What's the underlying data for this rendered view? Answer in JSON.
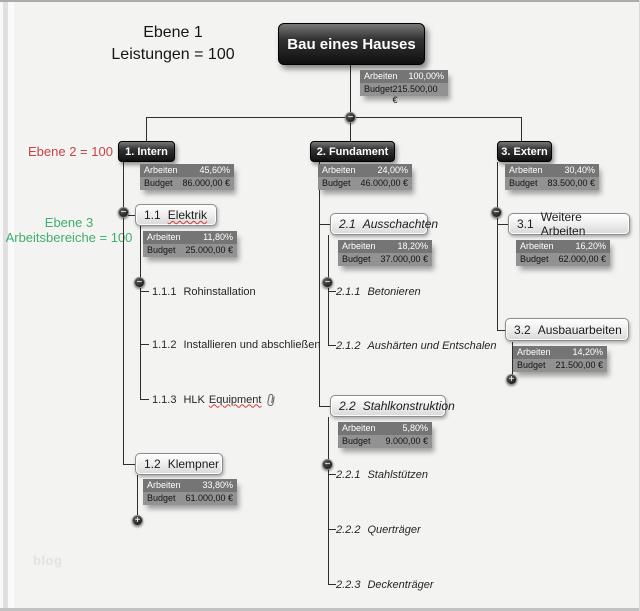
{
  "icons": {
    "minus": "−",
    "plus": "+"
  },
  "labels": {
    "arbeiten": "Arbeiten",
    "budget": "Budget"
  },
  "annotations": {
    "ebene1_title": "Ebene 1",
    "ebene1_sub": "Leistungen = 100",
    "ebene2": "Ebene 2 = 100",
    "ebene3_title": "Ebene 3",
    "ebene3_sub": "Arbeitsbereiche = 100"
  },
  "watermark": "blog",
  "root": {
    "title": "Bau eines Hauses",
    "arbeiten": "100,00%",
    "budget": "215.500,00 €"
  },
  "level2": {
    "intern": {
      "title": "1. Intern",
      "arbeiten": "45,60%",
      "budget": "86.000,00 €"
    },
    "fundament": {
      "title": "2. Fundament",
      "arbeiten": "24,00%",
      "budget": "46.000,00 €"
    },
    "extern": {
      "title": "3. Extern",
      "arbeiten": "30,40%",
      "budget": "83.500,00 €"
    }
  },
  "level3": {
    "elektrik": {
      "num": "1.1",
      "name": "Elektrik",
      "arbeiten": "11,80%",
      "budget": "25.000,00 €"
    },
    "klempner": {
      "num": "1.2",
      "name": "Klempner",
      "arbeiten": "33,80%",
      "budget": "61.000,00 €"
    },
    "ausschachten": {
      "num": "2.1",
      "name": "Ausschachten",
      "arbeiten": "18,20%",
      "budget": "37.000,00 €"
    },
    "stahlkonstruktion": {
      "num": "2.2",
      "name": "Stahlkonstruktion",
      "arbeiten": "5,80%",
      "budget": "9.000,00 €"
    },
    "weitere_arbeiten": {
      "num": "3.1",
      "name": "Weitere Arbeiten",
      "arbeiten": "16,20%",
      "budget": "62.000,00 €"
    },
    "ausbauarbeiten": {
      "num": "3.2",
      "name": "Ausbauarbeiten",
      "arbeiten": "14,20%",
      "budget": "21.500,00 €"
    }
  },
  "leaves": {
    "l111": {
      "num": "1.1.1",
      "name": "Rohinstallation"
    },
    "l112": {
      "num": "1.1.2",
      "name": "Installieren und abschließen"
    },
    "l113": {
      "num": "1.1.3",
      "prefix": "HLK",
      "name": "Equipment"
    },
    "l211": {
      "num": "2.1.1",
      "name": "Betonieren"
    },
    "l212": {
      "num": "2.1.2",
      "name": "Aushärten und Entschalen"
    },
    "l221": {
      "num": "2.2.1",
      "name": "Stahlstützen"
    },
    "l222": {
      "num": "2.2.2",
      "name": "Querträger"
    },
    "l223": {
      "num": "2.2.3",
      "name": "Deckenträger"
    }
  },
  "colors": {
    "red_annotation": "#c74343",
    "green_annotation": "#3fae6e",
    "squiggle_red": "#d23b3b",
    "node_dark": "#1c1c1c",
    "databox_row1": "#757575",
    "databox_row2": "#929292"
  }
}
